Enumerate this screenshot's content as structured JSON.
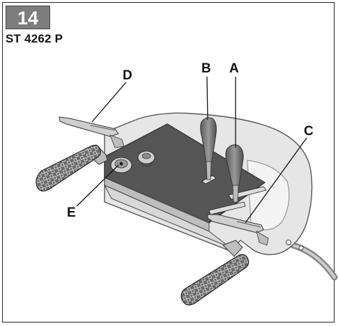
{
  "figure": {
    "number": "14",
    "model": "ST 4262 P"
  },
  "labels": {
    "a": "A",
    "b": "B",
    "c": "C",
    "d": "D",
    "e": "E"
  }
}
